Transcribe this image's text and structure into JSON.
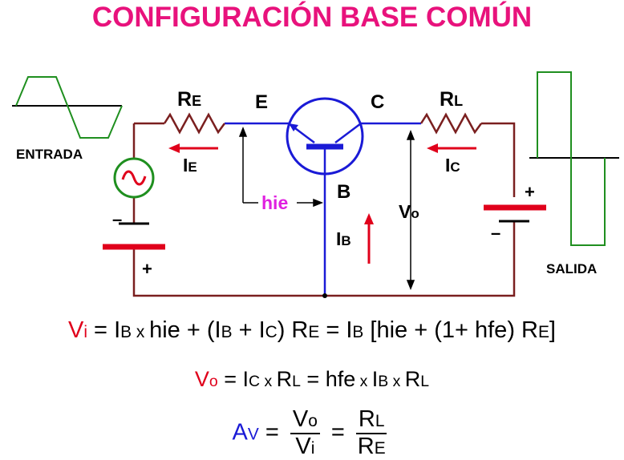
{
  "title": "CONFIGURACIÓN BASE COMÚN",
  "labels": {
    "entrada": "ENTRADA",
    "salida": "SALIDA",
    "re_main": "R",
    "re_sub": "E",
    "rl_main": "R",
    "rl_sub": "L",
    "e": "E",
    "c": "C",
    "b": "B",
    "hie": "hie",
    "ie_main": "I",
    "ie_sub": "E",
    "ic_main": "I",
    "ic_sub": "C",
    "ib_main": "I",
    "ib_sub": "B",
    "vo_main": "V",
    "vo_sub": "o",
    "minus": "–",
    "plus": "+"
  },
  "formulas": {
    "vi": {
      "lhs": "V",
      "lhs_sub": "i",
      "eq": " = ",
      "t1": "I",
      "t1s": "B",
      "x1": " x ",
      "t2": "hie + (I",
      "t2s": "B",
      "t3": " + I",
      "t3s": "C",
      "t4": ") R",
      "t4s": "E",
      "t5": "  =  I",
      "t5s": "B",
      "t6": " [hie + (1+ hfe) R",
      "t6s": "E",
      "t7": "]"
    },
    "vo": {
      "lhs": "V",
      "lhs_sub": "o",
      "eq": " = ",
      "t1": "I",
      "t1s": "C",
      "x1": " x ",
      "t2": "R",
      "t2s": "L",
      "t3": "  =  hfe",
      "x2": " x ",
      "t4": "I",
      "t4s": "B",
      "x3": " x ",
      "t5": "R",
      "t5s": "L"
    },
    "av": {
      "lhs": "A",
      "lhs_sub": "V",
      "eq": " = ",
      "n1": "V",
      "n1s": "o",
      "d1": "V",
      "d1s": "i",
      "eq2": " = ",
      "n2": "R",
      "n2s": "L",
      "d2": "R",
      "d2s": "E"
    }
  },
  "colors": {
    "title": "#e8127c",
    "wire": "#7a1f1f",
    "blue": "#1a1ad6",
    "red": "#e0001b",
    "green": "#1f8f1f",
    "magenta": "#e020e0",
    "black": "#000000"
  }
}
